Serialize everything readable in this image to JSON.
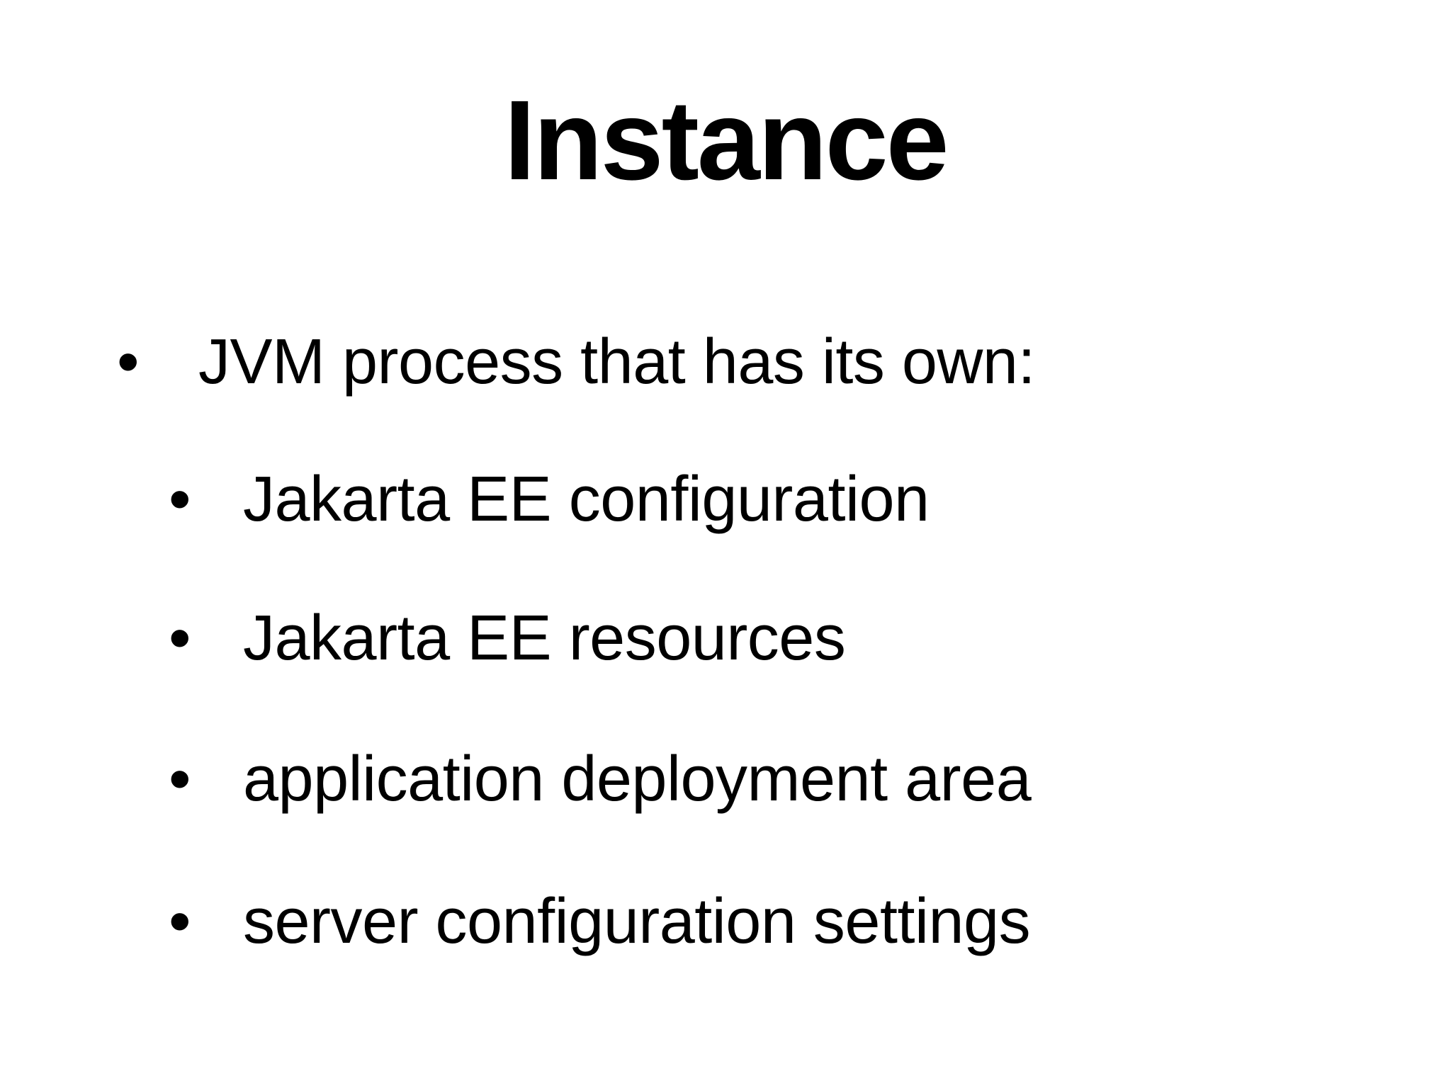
{
  "slide": {
    "title": "Instance",
    "bullet_char": "•",
    "bullets": [
      {
        "level": 1,
        "text": "JVM process that has its own:"
      },
      {
        "level": 2,
        "text": "Jakarta EE configuration"
      },
      {
        "level": 2,
        "text": "Jakarta EE resources"
      },
      {
        "level": 2,
        "text": "application deployment area"
      },
      {
        "level": 2,
        "text": "server configuration settings"
      }
    ],
    "colors": {
      "background": "#ffffff",
      "text": "#000000"
    }
  }
}
